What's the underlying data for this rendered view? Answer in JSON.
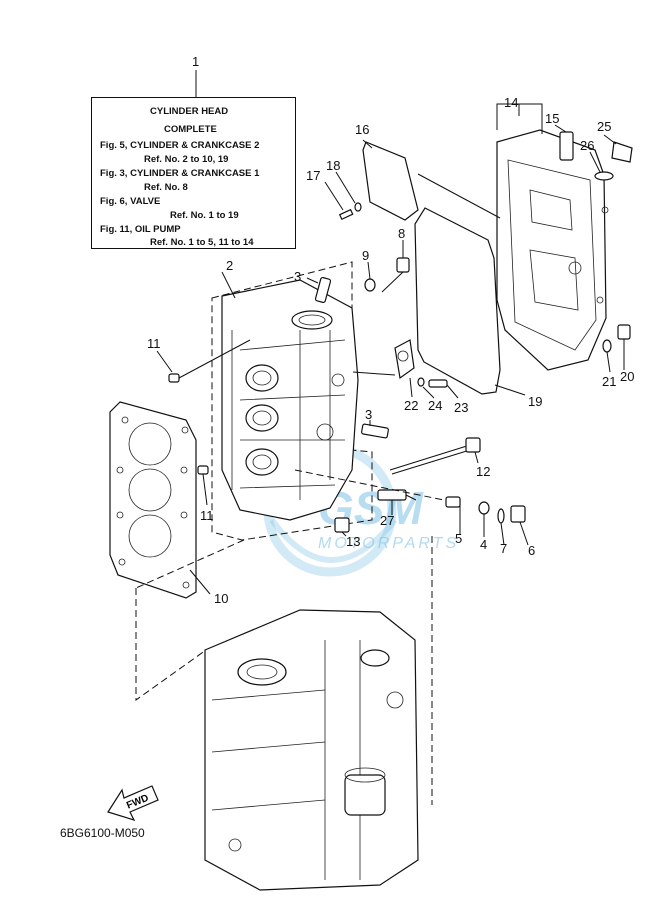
{
  "callout": {
    "number": "1",
    "lines": [
      "CYLINDER HEAD",
      "COMPLETE",
      "Fig. 5, CYLINDER & CRANKCASE 2",
      "Ref. No. 2 to 10, 19",
      "Fig. 3, CYLINDER & CRANKCASE 1",
      "Ref. No. 8",
      "Fig. 6, VALVE",
      "Ref. No. 1 to 19",
      "Fig. 11, OIL PUMP",
      "Ref. No. 1 to 5, 11 to 14"
    ]
  },
  "labels": {
    "n2": "2",
    "n3a": "3",
    "n3b": "3",
    "n4": "4",
    "n5": "5",
    "n6": "6",
    "n7": "7",
    "n8": "8",
    "n9": "9",
    "n10": "10",
    "n11a": "11",
    "n11b": "11",
    "n12": "12",
    "n13": "13",
    "n14": "14",
    "n15": "15",
    "n16": "16",
    "n17": "17",
    "n18": "18",
    "n19": "19",
    "n20": "20",
    "n21": "21",
    "n22": "22",
    "n23": "23",
    "n24": "24",
    "n25": "25",
    "n26": "26",
    "n27": "27"
  },
  "fwd_label": "FWD",
  "diagram_code": "6BG6100-M050",
  "watermark": {
    "brand": "GSM",
    "sub": "MOTORPARTS",
    "color": "#7fc3e6"
  }
}
